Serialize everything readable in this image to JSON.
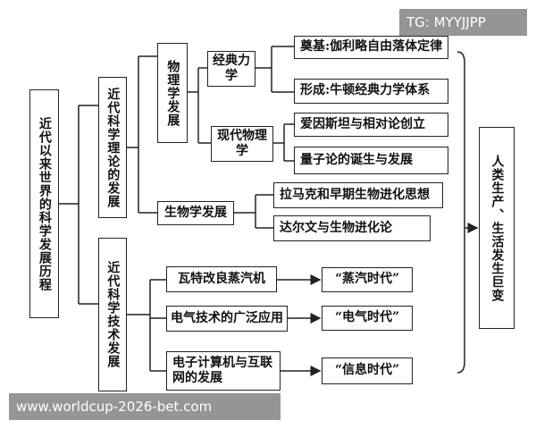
{
  "diagram": {
    "root": "近代以来世界的科学发展历程",
    "branch_theory": "近代科学理论的发展",
    "physics": "物理学发展",
    "classical": "经典力学",
    "classical_a": "奠基:伽利略自由落体定律",
    "classical_b": "形成:牛顿经典力学体系",
    "modern": "现代物理学",
    "modern_a": "爱因斯坦与相对论创立",
    "modern_b": "量子论的诞生与发展",
    "biology": "生物学发展",
    "biology_a": "拉马克和早期生物进化思想",
    "biology_b": "达尔文与生物进化论",
    "branch_tech": "近代科学技术发展",
    "tech1": "瓦特改良蒸汽机",
    "tech1_era": "“蒸汽时代”",
    "tech2": "电气技术的广泛应用",
    "tech2_era": "“电气时代”",
    "tech3": "电子计算机与互联网的发展",
    "tech3_era": "“信息时代”",
    "result": "人类生产、生活发生巨变"
  },
  "watermarks": {
    "top": "TG: MYYJJPP",
    "bottom": "www.worldcup-2026-bet.com"
  }
}
